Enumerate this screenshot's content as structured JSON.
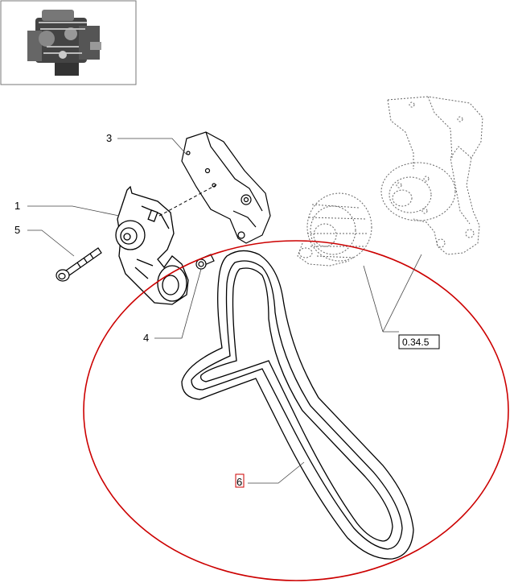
{
  "thumbnail": {
    "icon": "engine-thumbnail-icon"
  },
  "callouts": [
    {
      "id": "1",
      "label": "1"
    },
    {
      "id": "3",
      "label": "3"
    },
    {
      "id": "5",
      "label": "5"
    },
    {
      "id": "4",
      "label": "4"
    },
    {
      "id": "6",
      "label": "6",
      "highlighted": true
    }
  ],
  "reference": {
    "label": "0.34.5"
  },
  "colors": {
    "highlight": "#cc0000",
    "line": "#000000",
    "dashed": "#555555"
  }
}
